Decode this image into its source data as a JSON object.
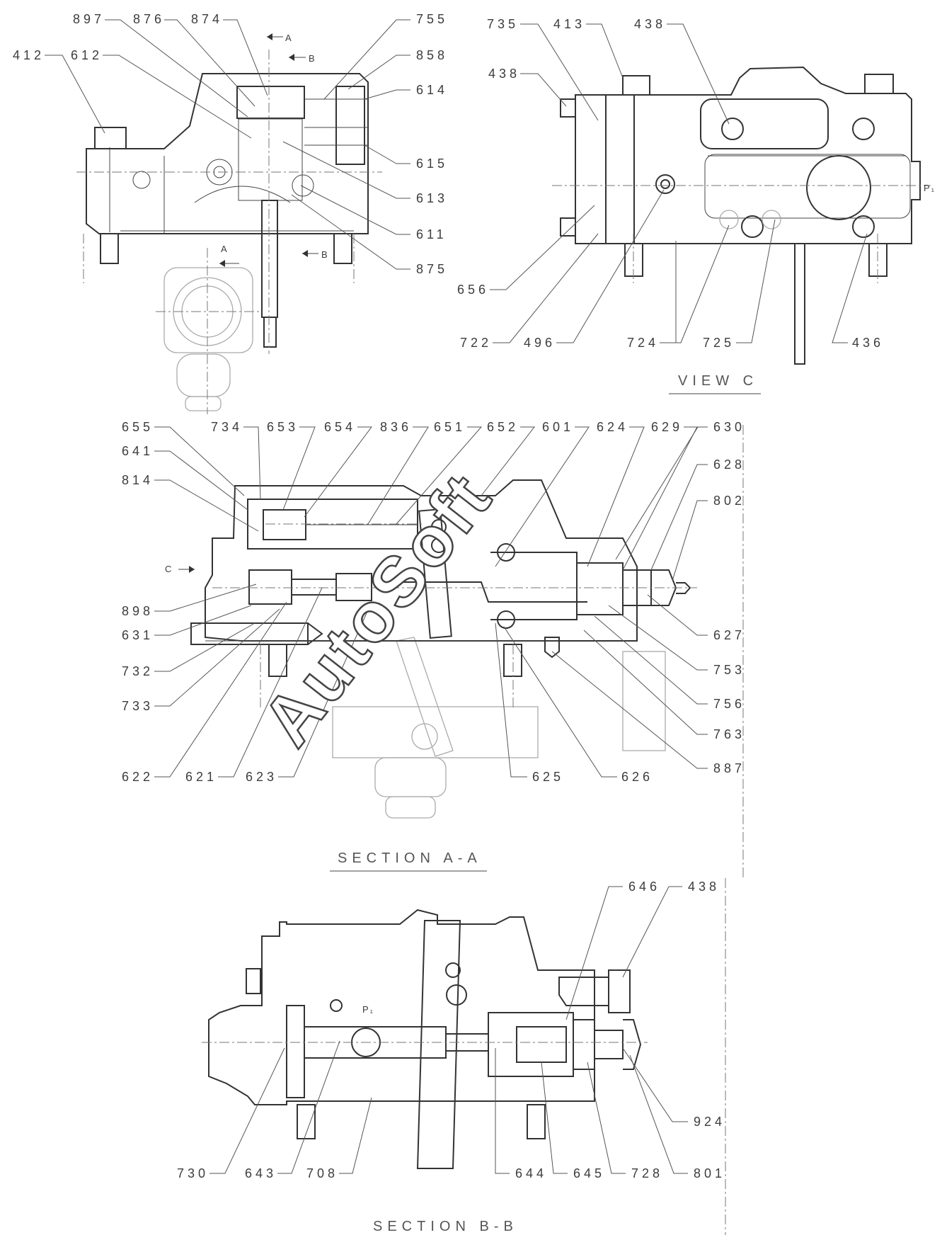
{
  "views": {
    "top_left": {
      "labels": [
        "897",
        "876",
        "874",
        "755",
        "858",
        "614",
        "412",
        "612",
        "615",
        "613",
        "611",
        "875"
      ],
      "section_marks": [
        "A",
        "B",
        "A",
        "B"
      ]
    },
    "view_c": {
      "title": "VIEW C",
      "labels": [
        "735",
        "413",
        "438",
        "438",
        "656",
        "722",
        "496",
        "724",
        "725",
        "436"
      ],
      "port_label": "P₁"
    },
    "section_aa": {
      "title": "SECTION A-A",
      "labels": [
        "655",
        "734",
        "653",
        "654",
        "836",
        "651",
        "652",
        "601",
        "624",
        "629",
        "630",
        "641",
        "814",
        "628",
        "802",
        "898",
        "631",
        "627",
        "753",
        "732",
        "756",
        "733",
        "763",
        "887",
        "622",
        "621",
        "623",
        "625",
        "626"
      ],
      "view_arrow": "C"
    },
    "section_bb": {
      "title": "SECTION B-B",
      "labels": [
        "646",
        "438",
        "924",
        "730",
        "643",
        "708",
        "644",
        "645",
        "728",
        "801"
      ],
      "port_label": "P₁"
    }
  },
  "watermark": "AutoSoft"
}
